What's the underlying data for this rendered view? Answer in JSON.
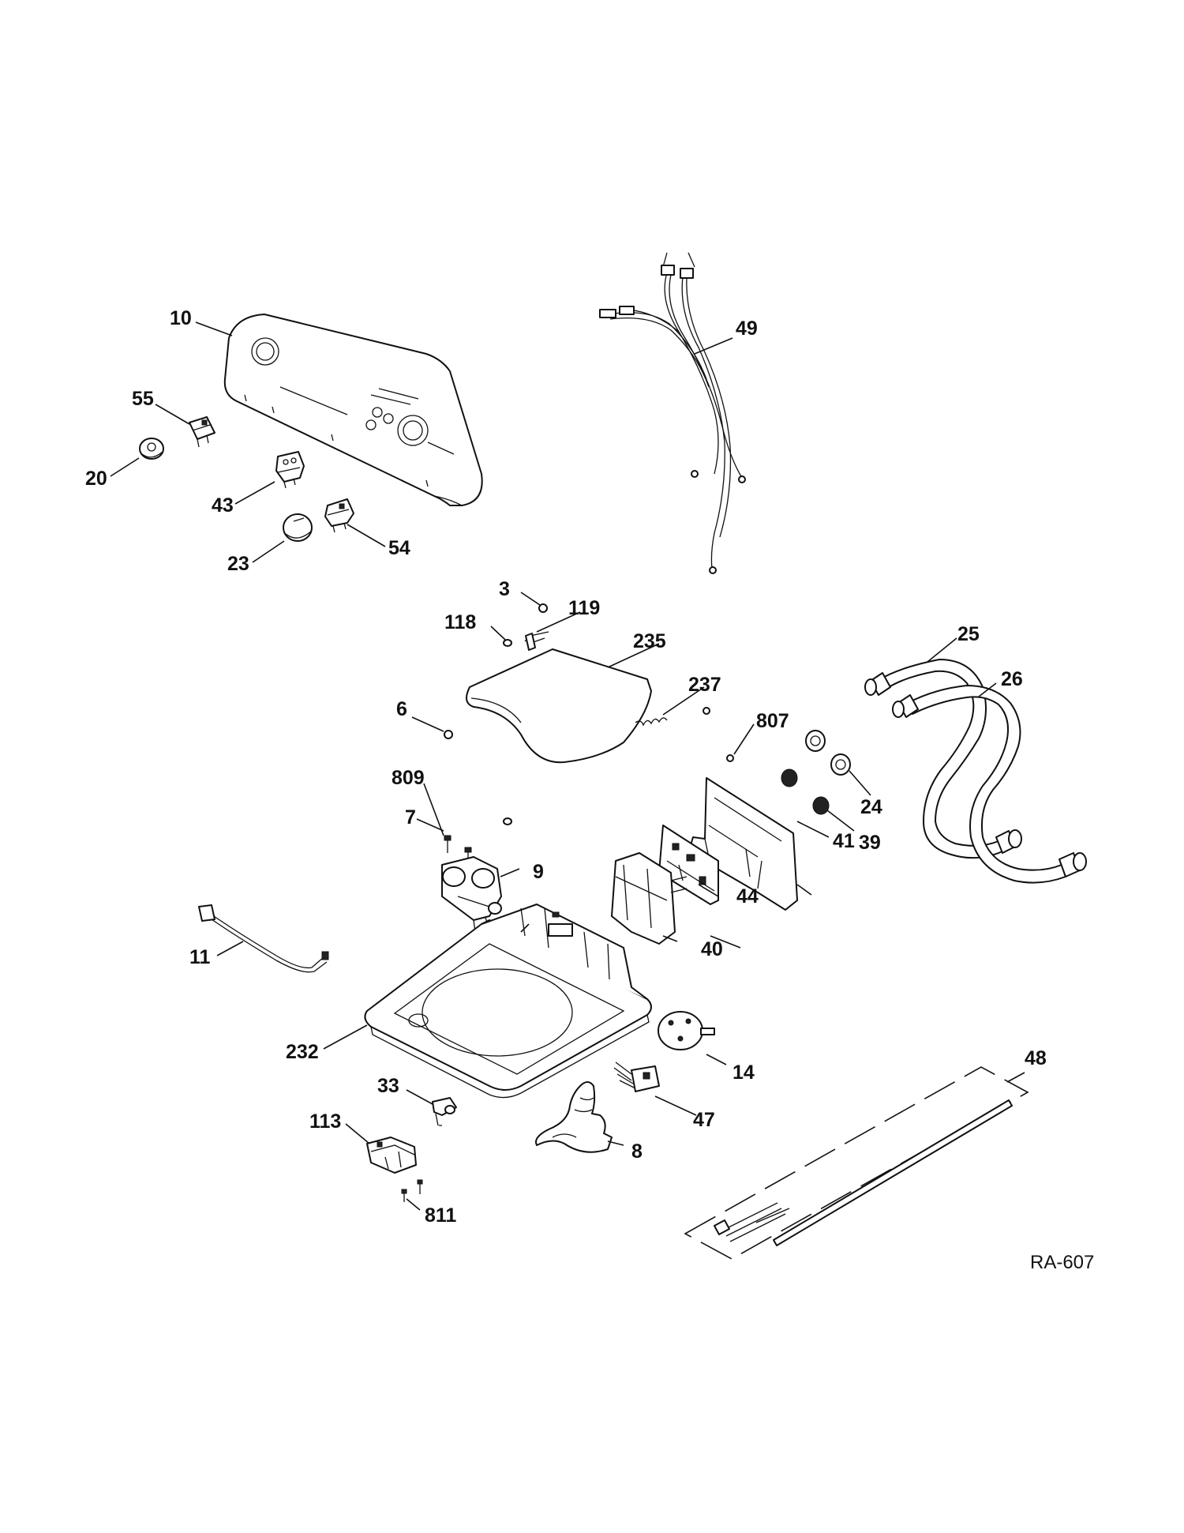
{
  "diagram_code": "RA-607",
  "callouts": {
    "p10": "10",
    "p55": "55",
    "p20": "20",
    "p43": "43",
    "p23": "23",
    "p54": "54",
    "p49": "49",
    "p3": "3",
    "p118": "118",
    "p119": "119",
    "p235": "235",
    "p237": "237",
    "p6": "6",
    "p25": "25",
    "p26": "26",
    "p807": "807",
    "p24": "24",
    "p39": "39",
    "p809": "809",
    "p7": "7",
    "p9": "9",
    "p41": "41",
    "p44": "44",
    "p11": "11",
    "p40": "40",
    "p232": "232",
    "p14": "14",
    "p48": "48",
    "p33": "33",
    "p47": "47",
    "p113": "113",
    "p8": "8",
    "p811": "811"
  }
}
